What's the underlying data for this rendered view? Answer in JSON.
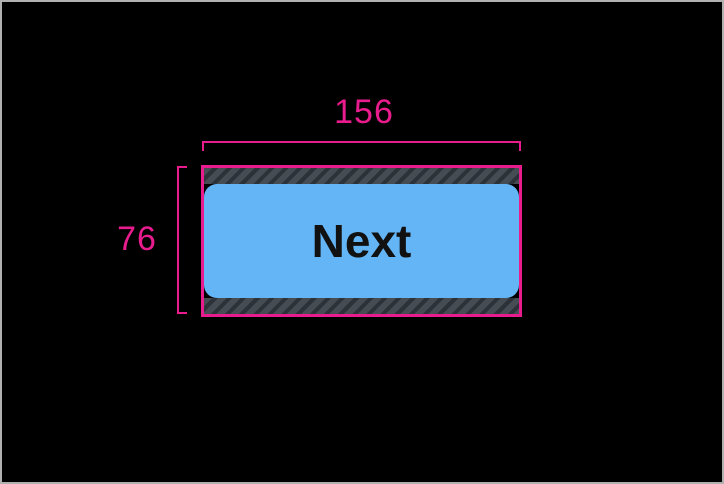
{
  "colors": {
    "canvas_bg": "#000000",
    "canvas_border": "#b0b0b0",
    "accent": "#e81c8d",
    "button_fill": "#64b5f6",
    "button_text": "#111111",
    "hatch_base": "#454c54",
    "hatch_stripe": "#2c3238"
  },
  "measurement": {
    "width_label": "156",
    "height_label": "76"
  },
  "button": {
    "label": "Next"
  }
}
